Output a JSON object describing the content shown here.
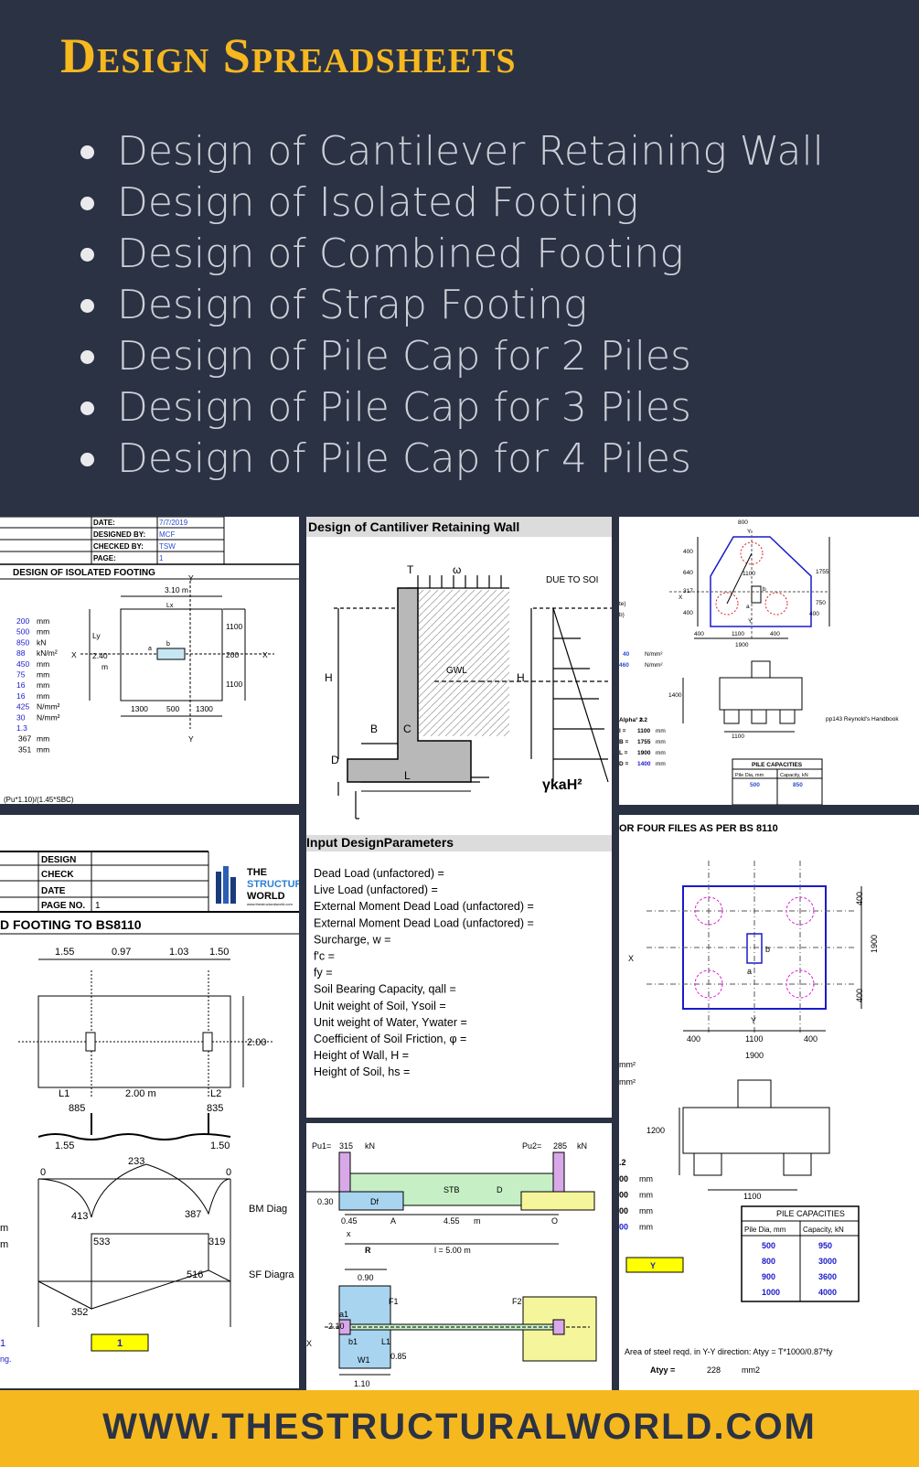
{
  "header": {
    "title": "Design Spreadsheets",
    "items": [
      "Design of Cantilever Retaining Wall",
      "Design of Isolated Footing",
      "Design of Combined Footing",
      "Design of Strap Footing",
      "Design of Pile Cap for 2 Piles",
      "Design of Pile Cap for 3 Piles",
      "Design of Pile Cap for 4 Piles"
    ]
  },
  "panel_isolated": {
    "date_label": "DATE:",
    "date": "7/7/2019",
    "designed_label": "DESIGNED BY:",
    "designed": "MCF",
    "checked_label": "CHECKED BY:",
    "checked": "TSW",
    "page_label": "PAGE:",
    "page": "1",
    "heading": "DESIGN OF ISOLATED FOOTING",
    "values": [
      "200",
      "500",
      "850",
      "88",
      "450",
      "75",
      "16",
      "16",
      "425",
      "30",
      "1.3",
      "367",
      "351"
    ],
    "units": [
      "mm",
      "mm",
      "kN",
      "kN/m²",
      "mm",
      "mm",
      "mm",
      "mm",
      "N/mm²",
      "N/mm²",
      "",
      "mm",
      "mm"
    ],
    "dims": {
      "width": "3.10 m",
      "lx": "Lx",
      "ly": "Ly",
      "left": "2.40",
      "m": "m",
      "d1": "1300",
      "d2": "500",
      "d3": "1300",
      "r1": "1100",
      "r2": "200",
      "r3": "1100",
      "x": "X",
      "y": "Y",
      "a": "a",
      "b": "b"
    },
    "formula": "(Pu*1.10)/(1.45*SBC)"
  },
  "panel_wall": {
    "heading": "Design of Cantiliver Retaining Wall",
    "labels": {
      "t": "T",
      "w": "ω",
      "h": "H",
      "h2": "H",
      "b": "B",
      "c": "C",
      "d": "D",
      "l": "L",
      "gwl": "GWL",
      "due": "DUE TO SOI",
      "kah": "γkaH²"
    },
    "params_heading": "Input DesignParameters",
    "params": [
      "Dead Load (unfactored) =",
      "Live Load (unfactored)  =",
      "External Moment Dead Load (unfactored) =",
      "External Moment Dead Load (unfactored) =",
      "Surcharge, w =",
      "f'c =",
      "fy =",
      "Soil Bearing Capacity, qall  =",
      "Unit weight of Soil, Ysoil =",
      "Unit weight of Water, Ywater =",
      "Coefficient of Soil Friction, φ =",
      "Height of Wall, H =",
      "Height of Soil, hs ="
    ]
  },
  "panel_pile3": {
    "top": "800",
    "y": "Y",
    "x": "X",
    "a": "a",
    "b": "b",
    "left1": "400",
    "left2": "640",
    "left3": "317",
    "left4": "400",
    "right1": "1755",
    "right2": "750",
    "right3": "400",
    "mid": "1100",
    "bot1": "400",
    "bot2": "1100",
    "bot3": "400",
    "total": "1900",
    "y2": "Y",
    "fy1": "40",
    "fy1u": "N/mm²",
    "fy2": "460",
    "fy2u": "N/mm²",
    "alpha_l": "Alpha° =",
    "alpha": "2.2",
    "rows": [
      [
        "l =",
        "1100",
        "mm"
      ],
      [
        "B =",
        "1755",
        "mm"
      ],
      [
        "L =",
        "1900",
        "mm"
      ],
      [
        "D =",
        "1400",
        "mm"
      ]
    ],
    "elev_h": "1400",
    "elev_w": "1100",
    "ref": "pp143 Reynold's Handbook",
    "pc_title": "PILE CAPACITIES",
    "pc_h1": "Pile Dia, mm",
    "pc_h2": "Capacity, kN",
    "pc_r1": "500",
    "pc_r2": "850",
    "edge": "te)",
    "edge2": "b)"
  },
  "panel_combined": {
    "design": "DESIGN",
    "check": "CHECK",
    "date": "DATE",
    "page_no": "PAGE NO.",
    "page": "1",
    "logo_the": "THE",
    "logo_structural": "STRUCTURAL",
    "logo_world": "WORLD",
    "logo_url": "www.thestructuralworld.com",
    "heading": "D FOOTING TO BS8110",
    "dims": [
      "1.55",
      "0.97",
      "1.03",
      "1.50"
    ],
    "height": "2.00",
    "l1": "L1",
    "span": "2.00 m",
    "l2": "L2",
    "p1": "885",
    "p2": "835",
    "b1": "1.55",
    "b2": "1.50",
    "bm0a": "0",
    "bm_top": "233",
    "bm0b": "0",
    "bm_l": "413",
    "bm_r": "387",
    "bm_label": "BM Diag",
    "sf1": "533",
    "sf2": "319",
    "sf3": "516",
    "sf4": "352",
    "sf_label": "SF Diagra",
    "m1": "m",
    "m2": "m",
    "box": "1",
    "left_note": "1",
    "ng": "ng."
  },
  "panel_strap": {
    "pu1_label": "Pu1=",
    "pu1": "315",
    "kn1": "kN",
    "pu2_label": "Pu2=",
    "pu2": "285",
    "kn2": "kN",
    "stb": "STB",
    "d": "D",
    "df": "Df",
    "o30": "0.30",
    "v045": "0.45",
    "a": "A",
    "span": "4.55",
    "m": "m",
    "o": "O",
    "x": "x",
    "r": "R",
    "l": "l = 5.00   m",
    "w090": "0.90",
    "f1": "F1",
    "f2": "F2",
    "h210": "2.10",
    "x2": "X",
    "a1": "a1",
    "b1": "b1",
    "l1": "L1",
    "h085": "0.85",
    "w1": "W1",
    "w110": "1.10"
  },
  "panel_pile4": {
    "heading": "OR FOUR FILES AS PER BS 8110",
    "r400a": "400",
    "r1900": "1900",
    "r400b": "400",
    "x": "X",
    "a": "a",
    "b": "b",
    "y": "Y",
    "b400a": "400",
    "b1100": "1100",
    "b400b": "400",
    "b1900": "1900",
    "elev_h": "1200",
    "elev_w": "1100",
    "l_mm2a": "mm²",
    "l_mm2b": "mm²",
    "alpha": ".2",
    "rows": [
      [
        "00",
        "mm"
      ],
      [
        "00",
        "mm"
      ],
      [
        "00",
        "mm"
      ],
      [
        "00",
        "mm"
      ]
    ],
    "pc_title": "PILE CAPACITIES",
    "pc_h1": "Pile Dia, mm",
    "pc_h2": "Capacity, kN",
    "pc_rows": [
      [
        "500",
        "950"
      ],
      [
        "800",
        "3000"
      ],
      [
        "900",
        "3600"
      ],
      [
        "1000",
        "4000"
      ]
    ],
    "ybox": "Y",
    "note": "Area of steel reqd. in Y-Y direction: Atyy = T*1000/0.87*fy",
    "atyy_l": "Atyy =",
    "atyy": "228",
    "atyy_u": "mm2"
  },
  "footer": {
    "url": "WWW.THESTRUCTURALWORLD.COM"
  },
  "colors": {
    "navy": "#2b3244",
    "gold": "#f6b81f"
  }
}
